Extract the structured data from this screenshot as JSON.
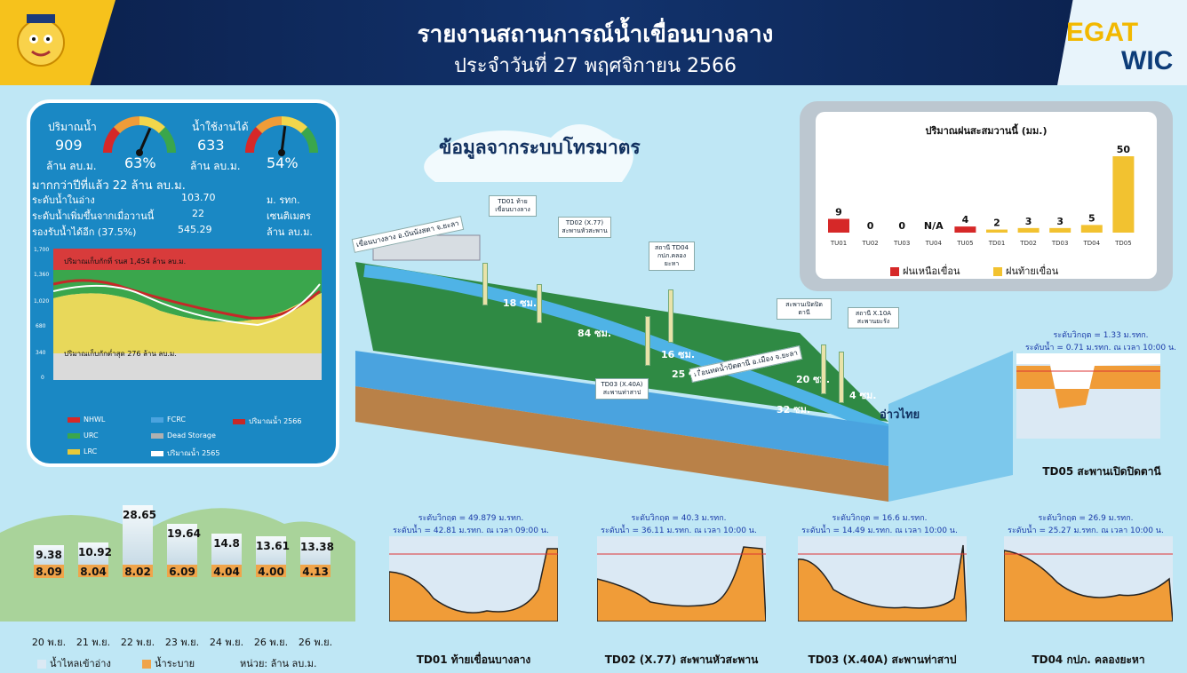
{
  "header": {
    "title": "รายงานสถานการณ์น้ำเขื่อนบางลาง",
    "subtitle": "ประจำวันที่ 27 พฤศจิกายน 2566",
    "logo_egat": "EGAT",
    "logo_wic": "WIC"
  },
  "summary": {
    "water_volume_label": "ปริมาณน้ำ",
    "water_volume_value": "909",
    "water_volume_unit": "ล้าน ลบ.ม.",
    "water_volume_pct": "63%",
    "water_volume_gauge": 0.63,
    "usable_label": "น้ำใช้งานได้",
    "usable_value": "633",
    "usable_unit": "ล้าน ลบ.ม.",
    "usable_pct": "54%",
    "usable_gauge": 0.54,
    "compare_text": "มากกว่าปีที่แล้ว 22 ล้าน ลบ.ม.",
    "rows": [
      {
        "label": "ระดับน้ำในอ่าง",
        "value": "103.70",
        "unit": "ม. รทก."
      },
      {
        "label": "ระดับน้ำเพิ่มขึ้นจากเมื่อวานนี้",
        "value": "22",
        "unit": "เซนติเมตร"
      },
      {
        "label": "รองรับน้ำได้อีก (37.5%)",
        "value": "545.29",
        "unit": "ล้าน ลบ.ม."
      }
    ]
  },
  "reservoir_chart": {
    "y_ticks": [
      "1,700",
      "1,360",
      "1,020",
      "680",
      "340",
      "0"
    ],
    "top_note": "ปริมาณเก็บกักที่ รนส 1,454 ล้าน ลบ.ม.",
    "bottom_note": "ปริมาณเก็บกักต่ำสุด 276 ล้าน ลบ.ม.",
    "legend": [
      {
        "label": "NHWL",
        "color": "#d62828"
      },
      {
        "label": "FCRC",
        "color": "#4aa3df"
      },
      {
        "label": "ปริมาณน้ำ 2566",
        "color": "#c62828"
      },
      {
        "label": "URC",
        "color": "#3aa64c"
      },
      {
        "label": "Dead Storage",
        "color": "#b0b0b0"
      },
      {
        "label": "LRC",
        "color": "#e8c938"
      },
      {
        "label": "ปริมาณน้ำ 2565",
        "color": "#ffffff"
      }
    ]
  },
  "telemetry": {
    "title": "ข้อมูลจากระบบโทรมาตร",
    "dam_label": "เขื่อนบางลาง อ.บันนังสตา จ.ยะลา",
    "weir_label": "เขื่อนทดน้ำปัตตานี อ.เมือง จ.ยะลา",
    "sea_label": "อ่าวไทย",
    "stations": [
      {
        "text": "TD01 ท้ายเขื่อนบางลาง",
        "num": "18 ซม."
      },
      {
        "text": "TD02 (X.77) สะพานหัวสะพาน",
        "num": "84 ซม."
      },
      {
        "text": "สถานี TD04 กปภ.คลองยะหา",
        "num": "16 ซม."
      },
      {
        "text": "TD03 (X.40A) สะพานท่าสาป",
        "num": "25 ซม."
      },
      {
        "text": "สะพานเปิดปิดตานี",
        "num": "20 ซม."
      },
      {
        "text": "สถานี X.10A สะพานยะรัง",
        "num": "32 ซม."
      },
      {
        "text": "",
        "num": "4 ซม."
      }
    ]
  },
  "rain": {
    "title": "ปริมาณฝนสะสมวานนี้ (มม.)",
    "stations": [
      "TU01",
      "TU02",
      "TU03",
      "TU04",
      "TU05",
      "TD01",
      "TD02",
      "TD03",
      "TD04",
      "TD05"
    ],
    "values": [
      "9",
      "0",
      "0",
      "N/A",
      "4",
      "2",
      "3",
      "3",
      "5",
      "50"
    ],
    "nums": [
      9,
      0,
      0,
      null,
      4,
      2,
      3,
      3,
      5,
      50
    ],
    "upstream_label": "ฝนเหนือเขื่อน",
    "downstream_label": "ฝนท้ายเขื่อน",
    "upstream_color": "#d62828",
    "downstream_color": "#f2c230"
  },
  "td05": {
    "crit": "ระดับวิกฤต = 1.33 ม.รทก.",
    "level": "ระดับน้ำ = 0.71 ม.รทก. ณ เวลา 10:00 น.",
    "title": "TD05 สะพานเปิดปิดตานี"
  },
  "inflow": {
    "dates": [
      "20 พ.ย.",
      "21 พ.ย.",
      "22 พ.ย.",
      "23 พ.ย.",
      "24 พ.ย.",
      "26 พ.ย.",
      "26 พ.ย."
    ],
    "inflow": [
      "9.38",
      "10.92",
      "28.65",
      "19.64",
      "14.8",
      "13.61",
      "13.38"
    ],
    "release": [
      "8.09",
      "8.04",
      "8.02",
      "6.09",
      "4.04",
      "4.00",
      "4.13"
    ],
    "inflow_label": "น้ำไหลเข้าอ่าง",
    "release_label": "น้ำระบาย",
    "unit_label": "หน่วย: ล้าน ลบ.ม."
  },
  "stations_charts": [
    {
      "crit": "ระดับวิกฤต = 49.879 ม.รทก.",
      "level": "ระดับน้ำ = 42.81 ม.รทก. ณ เวลา 09:00 น.",
      "title": "TD01 ท้ายเขื่อนบางลาง"
    },
    {
      "crit": "ระดับวิกฤต = 40.3 ม.รทก.",
      "level": "ระดับน้ำ = 36.11 ม.รทก. ณ เวลา 10:00 น.",
      "title": "TD02 (X.77) สะพานหัวสะพาน"
    },
    {
      "crit": "ระดับวิกฤต = 16.6 ม.รทก.",
      "level": "ระดับน้ำ = 14.49 ม.รทก. ณ เวลา 10:00 น.",
      "title": "TD03 (X.40A) สะพานท่าสาป"
    },
    {
      "crit": "ระดับวิกฤต = 26.9 ม.รทก.",
      "level": "ระดับน้ำ = 25.27 ม.รทก. ณ เวลา 10:00 น.",
      "title": "TD04 กปภ. คลองยะหา"
    }
  ]
}
